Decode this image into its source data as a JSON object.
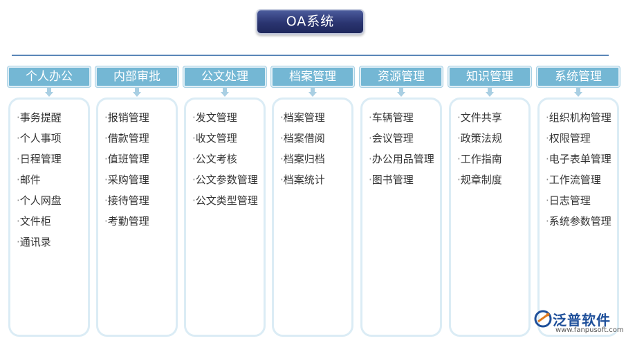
{
  "title": "OA系统",
  "columns": [
    {
      "header": "个人办公",
      "items": [
        "事务提醒",
        "个人事项",
        "日程管理",
        "邮件",
        "个人网盘",
        "文件柜",
        "通讯录"
      ]
    },
    {
      "header": "内部审批",
      "items": [
        "报销管理",
        "借款管理",
        "值班管理",
        "采购管理",
        "接待管理",
        "考勤管理"
      ]
    },
    {
      "header": "公文处理",
      "items": [
        "发文管理",
        "收文管理",
        "公文考核",
        "公文参数管理",
        "公文类型管理"
      ]
    },
    {
      "header": "档案管理",
      "items": [
        "档案管理",
        "档案借阅",
        "档案归档",
        "档案统计"
      ]
    },
    {
      "header": "资源管理",
      "items": [
        "车辆管理",
        "会议管理",
        "办公用品管理",
        "图书管理"
      ]
    },
    {
      "header": "知识管理",
      "items": [
        "文件共享",
        "政策法规",
        "工作指南",
        "规章制度"
      ]
    },
    {
      "header": "系统管理",
      "items": [
        "组织机构管理",
        "权限管理",
        "电子表单管理",
        "工作流管理",
        "日志管理",
        "系统参数管理"
      ]
    }
  ],
  "logo": {
    "name": "泛普软件",
    "url": "www.fanpusoft.com"
  },
  "colors": {
    "title_bg": "#2a3470",
    "header_bg": "#74b7d4",
    "box_border": "#dbecf5",
    "divider": "#5a86b8"
  }
}
